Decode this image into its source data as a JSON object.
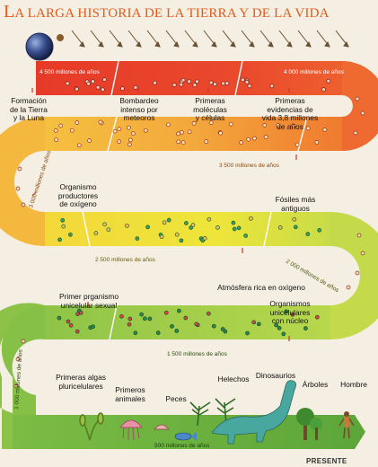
{
  "title": {
    "initial": "L",
    "rest": "A LARGA HISTORIA DE LA TIERRA Y DE LA VIDA"
  },
  "band_labels": {
    "m4500": "4 500 millones de años",
    "m4000": "4 000 millones de años",
    "m3500": "3 500 millones de años",
    "m3000": "3 000 millones de años",
    "m2500": "2 500 millones de años",
    "m2000": "2 000 millones de años",
    "m1500": "1 500 millones de años",
    "m1000": "1 000 millones de años",
    "m500": "500 millones de años"
  },
  "events": {
    "formacion": "Formación\nde la Tierra\ny la Luna",
    "bombardeo": "Bombardeo\nintenso por\nmeteoros",
    "moleculas": "Primeras\nmoléculas\ny células",
    "evidencias": "Primeras\nevidencias de\nvida 3,8 millones\nde años",
    "oxigeno": "Organismo\nproductores\nde oxígeno",
    "fosiles": "Fósiles más\nantiguos",
    "atmosfera": "Atmósfera rica en oxígeno",
    "sexual": "Primer prganismo\nunicelular sexual",
    "nucleo": "Organismos\nunicelulares\ncon núcleo",
    "algas": "Primeras algas\npluricelulares",
    "animales": "Primeros\nanimales",
    "peces": "Peces",
    "helechos": "Helechos",
    "dinosaurios": "Dinosaurios",
    "arboles": "Árboles",
    "hombre": "Hombre"
  },
  "present": "PRESENTE",
  "colors": {
    "title": "#e05a1a",
    "band_red": "#e8402a",
    "band_orange": "#f2a03a",
    "band_yellow": "#f2e03a",
    "band_green": "#a8d050",
    "band_green_dark": "#6cae3c"
  }
}
